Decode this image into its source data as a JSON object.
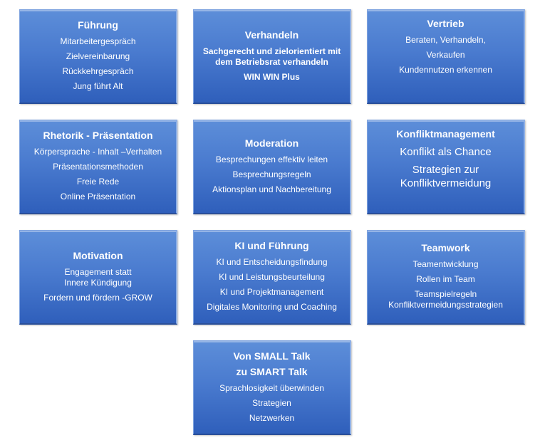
{
  "boxes": [
    {
      "titles": [
        "Führung"
      ],
      "items": [
        "Mitarbeitergespräch",
        "Zielvereinbarung",
        "Rückkehrgespräch",
        "Jung führt Alt"
      ]
    },
    {
      "titles": [
        "Verhandeln"
      ],
      "items": [
        "Sachgerecht und zielorientiert mit\ndem Betriebsrat verhandeln",
        "WIN WIN Plus"
      ]
    },
    {
      "titles": [
        "Vertrieb"
      ],
      "items": [
        "Beraten, Verhandeln,",
        "Verkaufen",
        "Kundennutzen erkennen"
      ]
    },
    {
      "titles": [
        "Rhetorik - Präsentation"
      ],
      "items": [
        "Körpersprache  - Inhalt –Verhalten",
        "Präsentationsmethoden",
        "Freie Rede",
        "Online Präsentation"
      ]
    },
    {
      "titles": [
        "Moderation"
      ],
      "items": [
        "Besprechungen effektiv leiten",
        "Besprechungsregeln",
        "Aktionsplan und Nachbereitung"
      ]
    },
    {
      "titles": [
        "Konfliktmanagement"
      ],
      "items": [
        "Konflikt als Chance",
        "Strategien zur\nKonfliktvermeidung"
      ]
    },
    {
      "titles": [
        "Motivation"
      ],
      "items": [
        "Engagement statt\nInnere Kündigung",
        "Fordern und fördern -GROW"
      ]
    },
    {
      "titles": [
        "KI und Führung"
      ],
      "items": [
        "KI und Entscheidungsfindung",
        "KI und Leistungsbeurteilung",
        "KI und Projektmanagement",
        "Digitales Monitoring und Coaching"
      ]
    },
    {
      "titles": [
        "Teamwork"
      ],
      "items": [
        "Teamentwicklung",
        "Rollen im Team",
        "Teamspielregeln\nKonfliktvermeidungsstrategien"
      ]
    },
    {
      "titles": [
        "Von SMALL Talk",
        "zu SMART Talk"
      ],
      "items": [
        "Sprachlosigkeit überwinden",
        "Strategien",
        "Netzwerken"
      ]
    }
  ]
}
